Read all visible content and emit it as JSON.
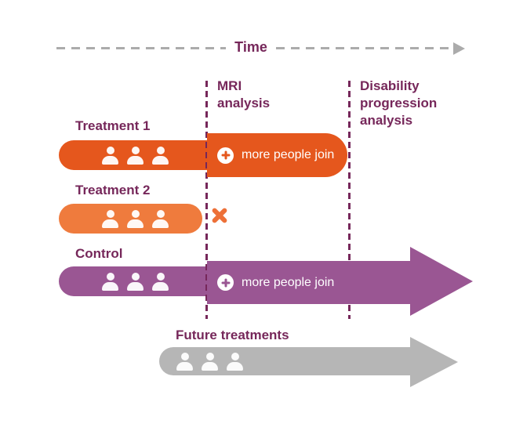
{
  "colors": {
    "treatment1": "#E5571D",
    "treatment2": "#EF7B3D",
    "control": "#9A5693",
    "future": "#B6B6B6",
    "plum": "#76275A",
    "axis": "#ABABAB",
    "xmark": "#ED7038"
  },
  "time_axis": {
    "label": "Time",
    "arrow_icon": "arrow-right"
  },
  "milestones": [
    {
      "id": "mri-analysis",
      "label": "MRI analysis"
    },
    {
      "id": "disability-progression-analysis",
      "label": "Disability progression analysis"
    }
  ],
  "rows": [
    {
      "label": "Treatment 1",
      "people_icons": 3,
      "join_icon": "plus-circle",
      "annotation": "more people join"
    },
    {
      "label": "Treatment 2",
      "people_icons": 3,
      "stop_icon": "x-mark"
    },
    {
      "label": "Control",
      "people_icons": 3,
      "join_icon": "plus-circle",
      "annotation": "more people join"
    },
    {
      "label": "Future treatments",
      "people_icons": 3
    }
  ]
}
